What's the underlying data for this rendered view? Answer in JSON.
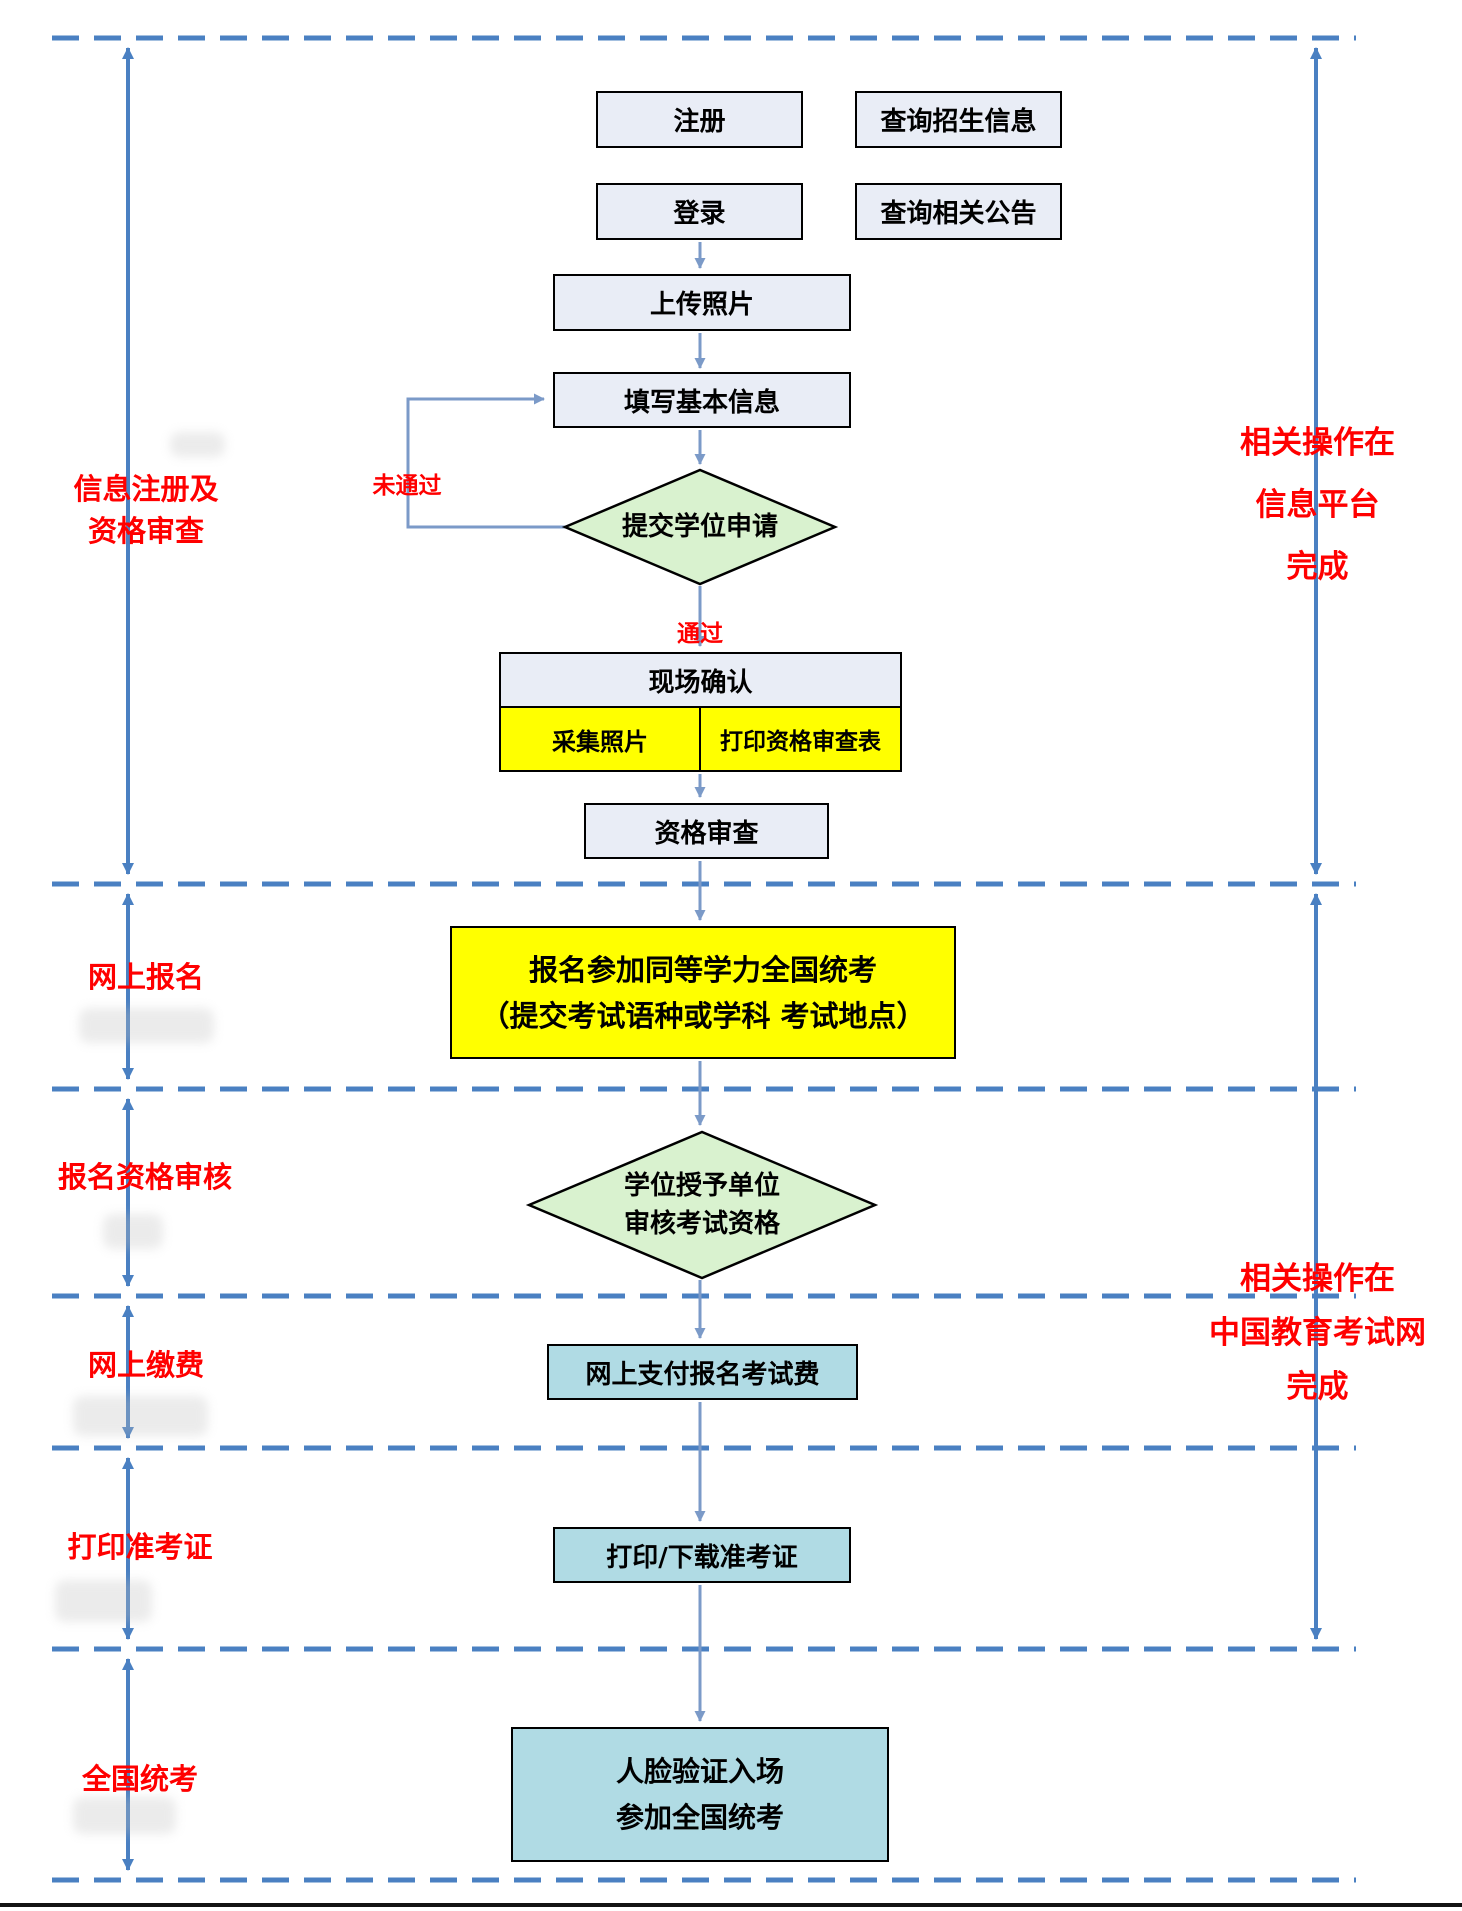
{
  "flowchart": {
    "nodes": {
      "register": "注册",
      "query_admission_info": "查询招生信息",
      "login": "登录",
      "query_announcements": "查询相关公告",
      "upload_photo": "上传照片",
      "fill_basic_info": "填写基本信息",
      "submit_degree_application": "提交学位申请",
      "onsite_confirmation": "现场确认",
      "collect_photo": "采集照片",
      "print_qualification_form": "打印资格审查表",
      "qualification_review": "资格审查",
      "register_exam_line1": "报名参加同等学力全国统考",
      "register_exam_line2": "（提交考试语种或学科 考试地点）",
      "degree_unit_review_line1": "学位授予单位",
      "degree_unit_review_line2": "审核考试资格",
      "pay_exam_fee": "网上支付报名考试费",
      "print_admission_ticket": "打印/下载准考证",
      "face_verification_line1": "人脸验证入场",
      "face_verification_line2": "参加全国统考"
    },
    "edge_labels": {
      "not_passed": "未通过",
      "passed": "通过"
    },
    "stages": {
      "stage1_line1": "信息注册及",
      "stage1_line2": "资格审查",
      "stage2": "网上报名",
      "stage3": "报名资格审核",
      "stage4": "网上缴费",
      "stage5": "打印准考证",
      "stage6": "全国统考"
    },
    "side_notes": {
      "platform_line1": "相关操作在",
      "platform_line2": "信息平台",
      "platform_line3": "完成",
      "neea_line1": "相关操作在",
      "neea_line2": "中国教育考试网",
      "neea_line3": "完成"
    },
    "colors": {
      "dashed_guide_blue": "#4a80c2",
      "connector_blue": "#7b9ac8",
      "node_fill_light": "#e9edf6",
      "diamond_fill_green": "#d9f2cf",
      "highlight_yellow": "#ffff00",
      "teal_fill": "#b0dbe4",
      "label_red": "#ff0000"
    }
  }
}
